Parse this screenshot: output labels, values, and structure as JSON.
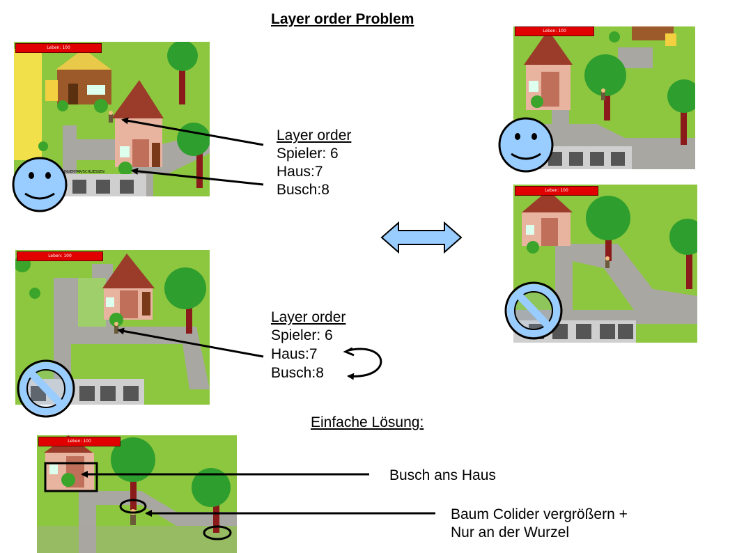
{
  "title": "Layer order Problem",
  "hp_label": "Leben: 100",
  "hotbar_label": "INVENTAR/SCHLIESSEN",
  "top_note": {
    "heading": "Layer order",
    "lines": [
      "Spieler: 6",
      "Haus:7",
      "Busch:8"
    ]
  },
  "mid_note": {
    "heading": "Layer order",
    "lines": [
      "Spieler: 6",
      "Haus:7",
      "Busch:8"
    ]
  },
  "solution": {
    "heading": "Einfache Lösung:",
    "item1": "Busch ans Haus",
    "item2_line1": "Baum Colider vergrößern +",
    "item2_line2": "Nur an der Wurzel"
  },
  "colors": {
    "grass": "#8dc63f",
    "path": "#a9a7a2",
    "smiley": "#99ccff",
    "hp": "#e00000",
    "arrow_fill": "#99ccff"
  },
  "icons": [
    "smiley-face-icon",
    "prohibited-icon",
    "double-arrow-icon"
  ]
}
